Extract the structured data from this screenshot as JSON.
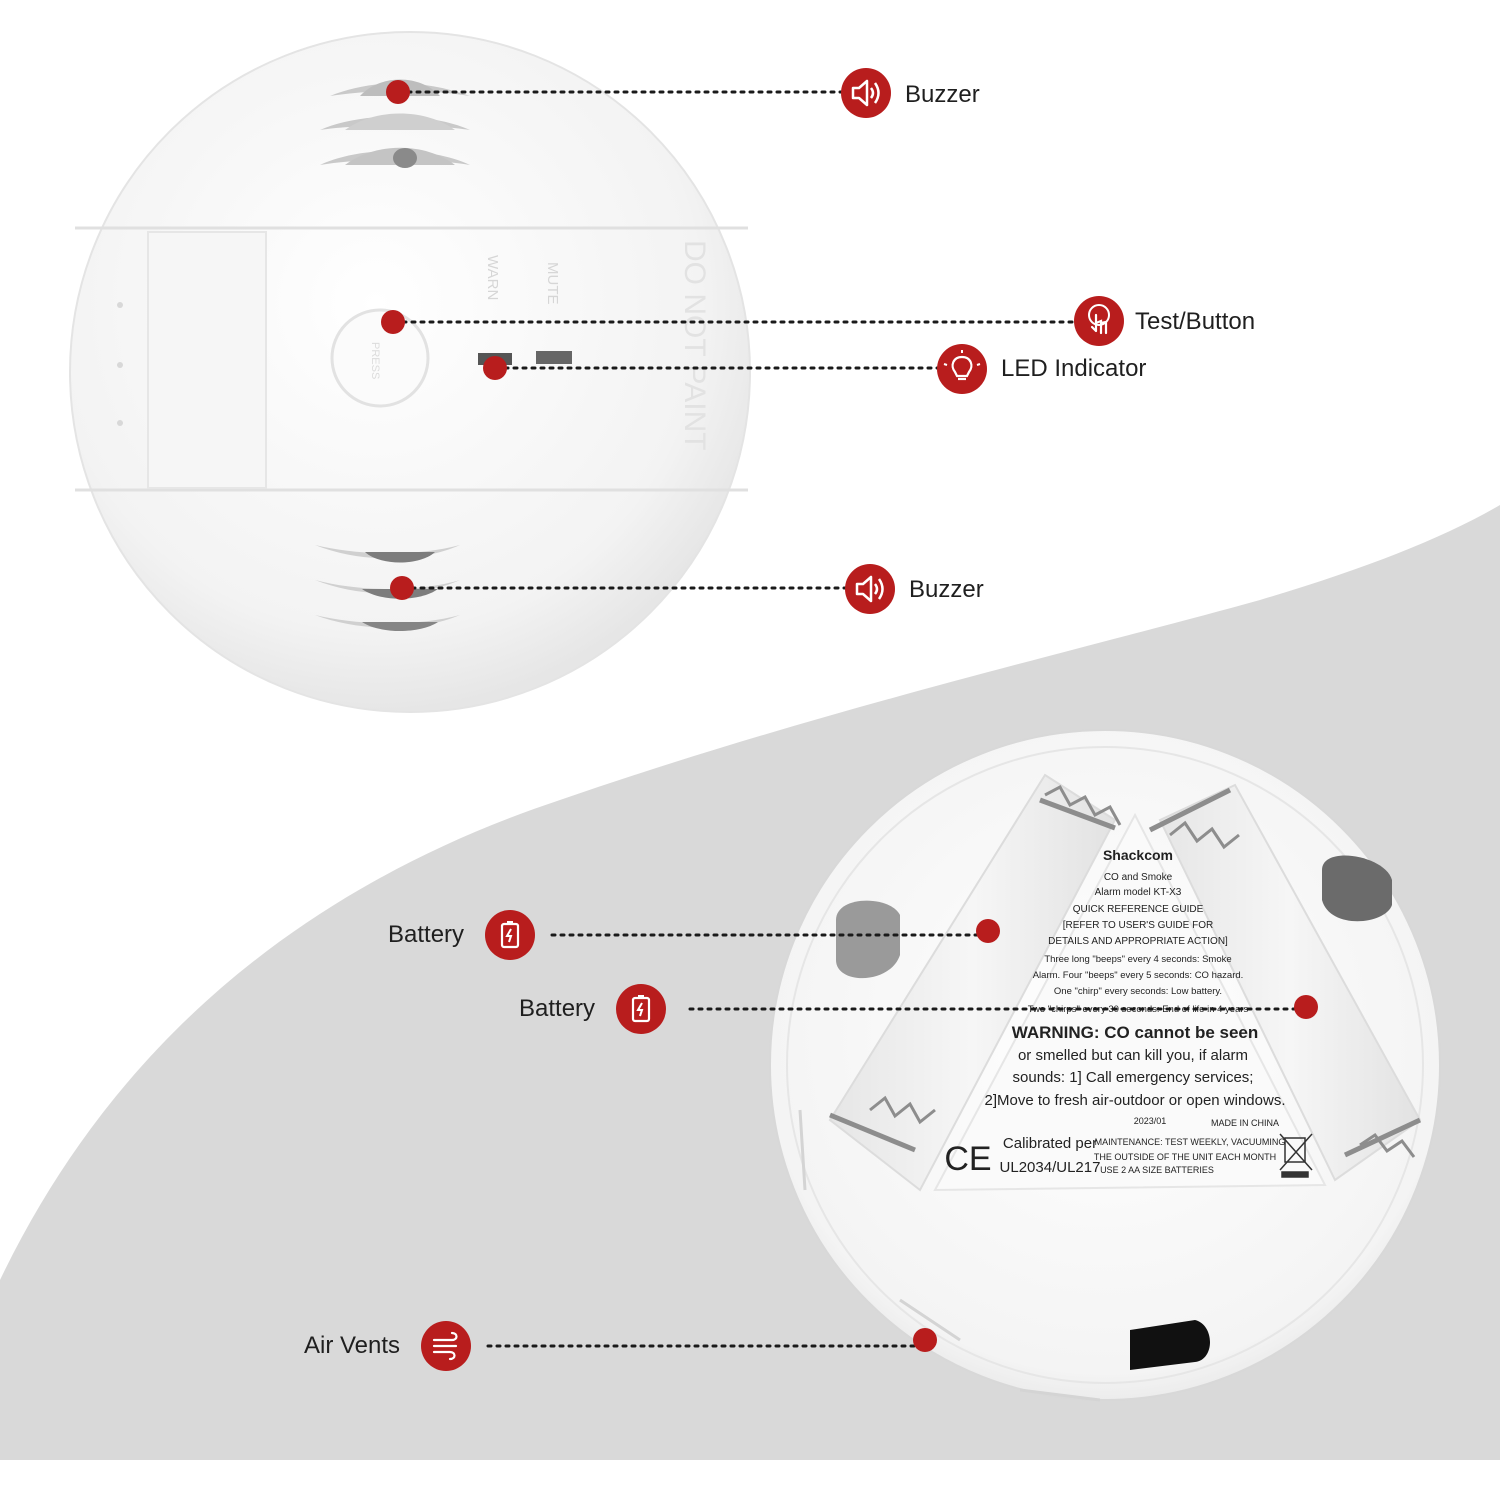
{
  "callouts": {
    "buzzer_top": "Buzzer",
    "test_button": "Test/Button",
    "led_indicator": "LED Indicator",
    "buzzer_bottom": "Buzzer",
    "battery_left": "Battery",
    "battery_right": "Battery",
    "air_vents": "Air Vents"
  },
  "icons": {
    "buzzer": "speaker-icon",
    "test_button": "hand-press-icon",
    "led": "lightbulb-icon",
    "battery": "battery-icon",
    "air_vents": "wind-icon"
  },
  "colors": {
    "accent": "#b81d1d",
    "background_band": "#d9d9d9",
    "device": "#f4f4f4"
  },
  "label_panel": {
    "brand": "Shackcom",
    "line1": "CO and Smoke",
    "line2": "Alarm model KT-X3",
    "line3": "QUICK REFERENCE GUIDE",
    "line4": "[REFER TO USER'S GUIDE FOR",
    "line5": "DETAILS AND APPROPRIATE ACTION]",
    "line6": "Three long \"beeps\" every 4 seconds: Smoke",
    "line7": "Alarm. Four \"beeps\" every 5 seconds: CO hazard.",
    "line8": "One \"chirp\" every seconds: Low battery.",
    "line9": "Two \"chirps\" every 30 seconds: End of life in 4 years",
    "warning1": "WARNING: CO cannot be seen",
    "warning2": "or smelled but can kill you, if alarm",
    "warning3": "sounds: 1] Call emergency services;",
    "warning4": "2]Move to fresh air-outdoor or open windows.",
    "date": "2023/01",
    "origin": "MADE IN CHINA",
    "ce": "CE",
    "calib1": "Calibrated per",
    "calib2": "UL2034/UL217",
    "maint1": "MAINTENANCE: TEST WEEKLY, VACUUMING",
    "maint2": "THE OUTSIDE OF THE UNIT EACH MONTH",
    "maint3": "USE 2 AA SIZE BATTERIES"
  },
  "device_marks": {
    "top_text_1": "WARN",
    "top_text_2": "MUTE",
    "top_text_3": "DO NOT PAINT",
    "button_text": "PRESS"
  }
}
